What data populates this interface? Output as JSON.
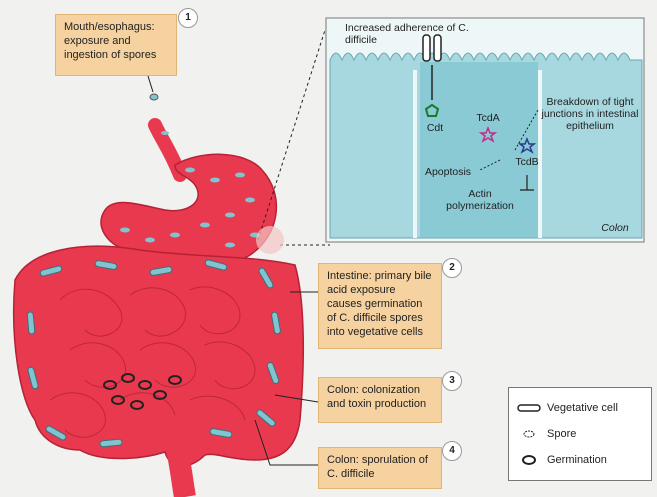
{
  "callouts": {
    "c1": {
      "num": "1",
      "text": "Mouth/esophagus: exposure and ingestion of spores"
    },
    "c2": {
      "num": "2",
      "text": "Intestine: primary bile acid exposure causes germination of C. difficile spores into vegetative cells"
    },
    "c3": {
      "num": "3",
      "text": "Colon: colonization and toxin production"
    },
    "c4": {
      "num": "4",
      "text": "Colon: sporulation of C. difficile"
    }
  },
  "inset": {
    "title": "Increased adherence of C. difficile",
    "cdt": "Cdt",
    "tcda": "TcdA",
    "tcdb": "TcdB",
    "apoptosis": "Apoptosis",
    "actin": "Actin polymerization",
    "breakdown": "Breakdown of tight junctions in intestinal epithelium",
    "colon": "Colon"
  },
  "legend": {
    "items": [
      {
        "label": "Vegetative cell",
        "icon": "rod-icon"
      },
      {
        "label": "Spore",
        "icon": "spore-icon"
      },
      {
        "label": "Germination",
        "icon": "germination-icon"
      }
    ]
  },
  "colors": {
    "tissue": "#e8394e",
    "inset_bg": "#a8d8df",
    "callout": "#f5d2a0"
  }
}
